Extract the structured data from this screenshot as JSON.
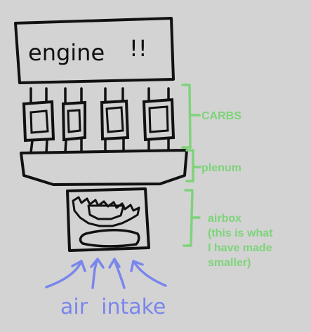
{
  "engine": {
    "label": "engine",
    "face": "!!",
    "color": "#111111"
  },
  "labels": {
    "carbs": "CARBS",
    "plenum": "plenum",
    "airbox": "airbox\n(this is what\nI have made\nsmaller)"
  },
  "intake": {
    "text": "air  intake",
    "color": "#7a86ec"
  },
  "colors": {
    "background": "#d3d3d3",
    "annotation": "#7ed37a",
    "ink": "#111111",
    "intake": "#7a86ec"
  }
}
